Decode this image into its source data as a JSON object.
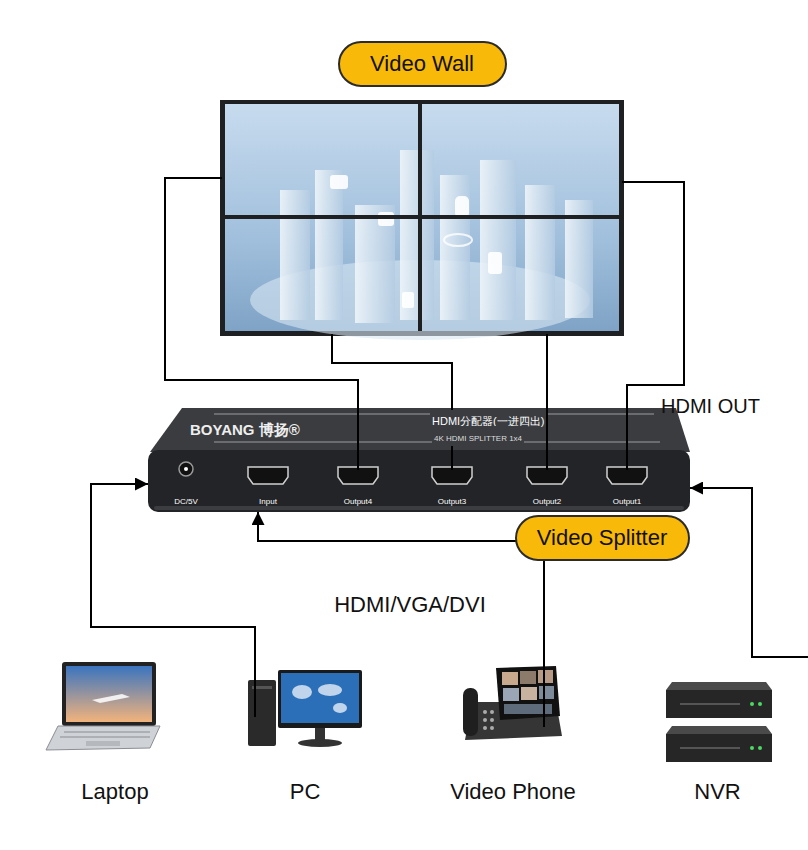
{
  "diagram": {
    "nodes": [
      {
        "text": [
          "Video Wall"
        ]
      },
      {
        "text": [
          "BOYANG 博扬®",
          "HDMI分配器(一进四出)",
          "4K HDMI SPLITTER 1x4",
          "Video Splitter"
        ]
      },
      {
        "text": [
          "Laptop"
        ]
      },
      {
        "text": [
          "PC"
        ]
      },
      {
        "text": [
          "Video Phone"
        ]
      },
      {
        "text": [
          "NVR"
        ]
      }
    ],
    "edges": [
      {
        "from": 1,
        "to": 0,
        "arrow": "none"
      },
      {
        "from": 1,
        "to": 0,
        "arrow": "none"
      },
      {
        "from": 1,
        "to": 0,
        "arrow": "none"
      },
      {
        "from": 1,
        "to": 0,
        "arrow": "none"
      },
      {
        "from": 2,
        "to": 1,
        "arrow": "to"
      },
      {
        "from": 3,
        "to": 1,
        "arrow": "to"
      },
      {
        "from": 4,
        "to": 1,
        "arrow": "to"
      },
      {
        "from": 5,
        "to": 1,
        "arrow": "to"
      }
    ],
    "labels": [
      "HDMI OUT",
      "HDMI/VGA/DVI",
      "DC/5V",
      "Input",
      "Output4",
      "Output3",
      "Output2",
      "Output1"
    ]
  }
}
